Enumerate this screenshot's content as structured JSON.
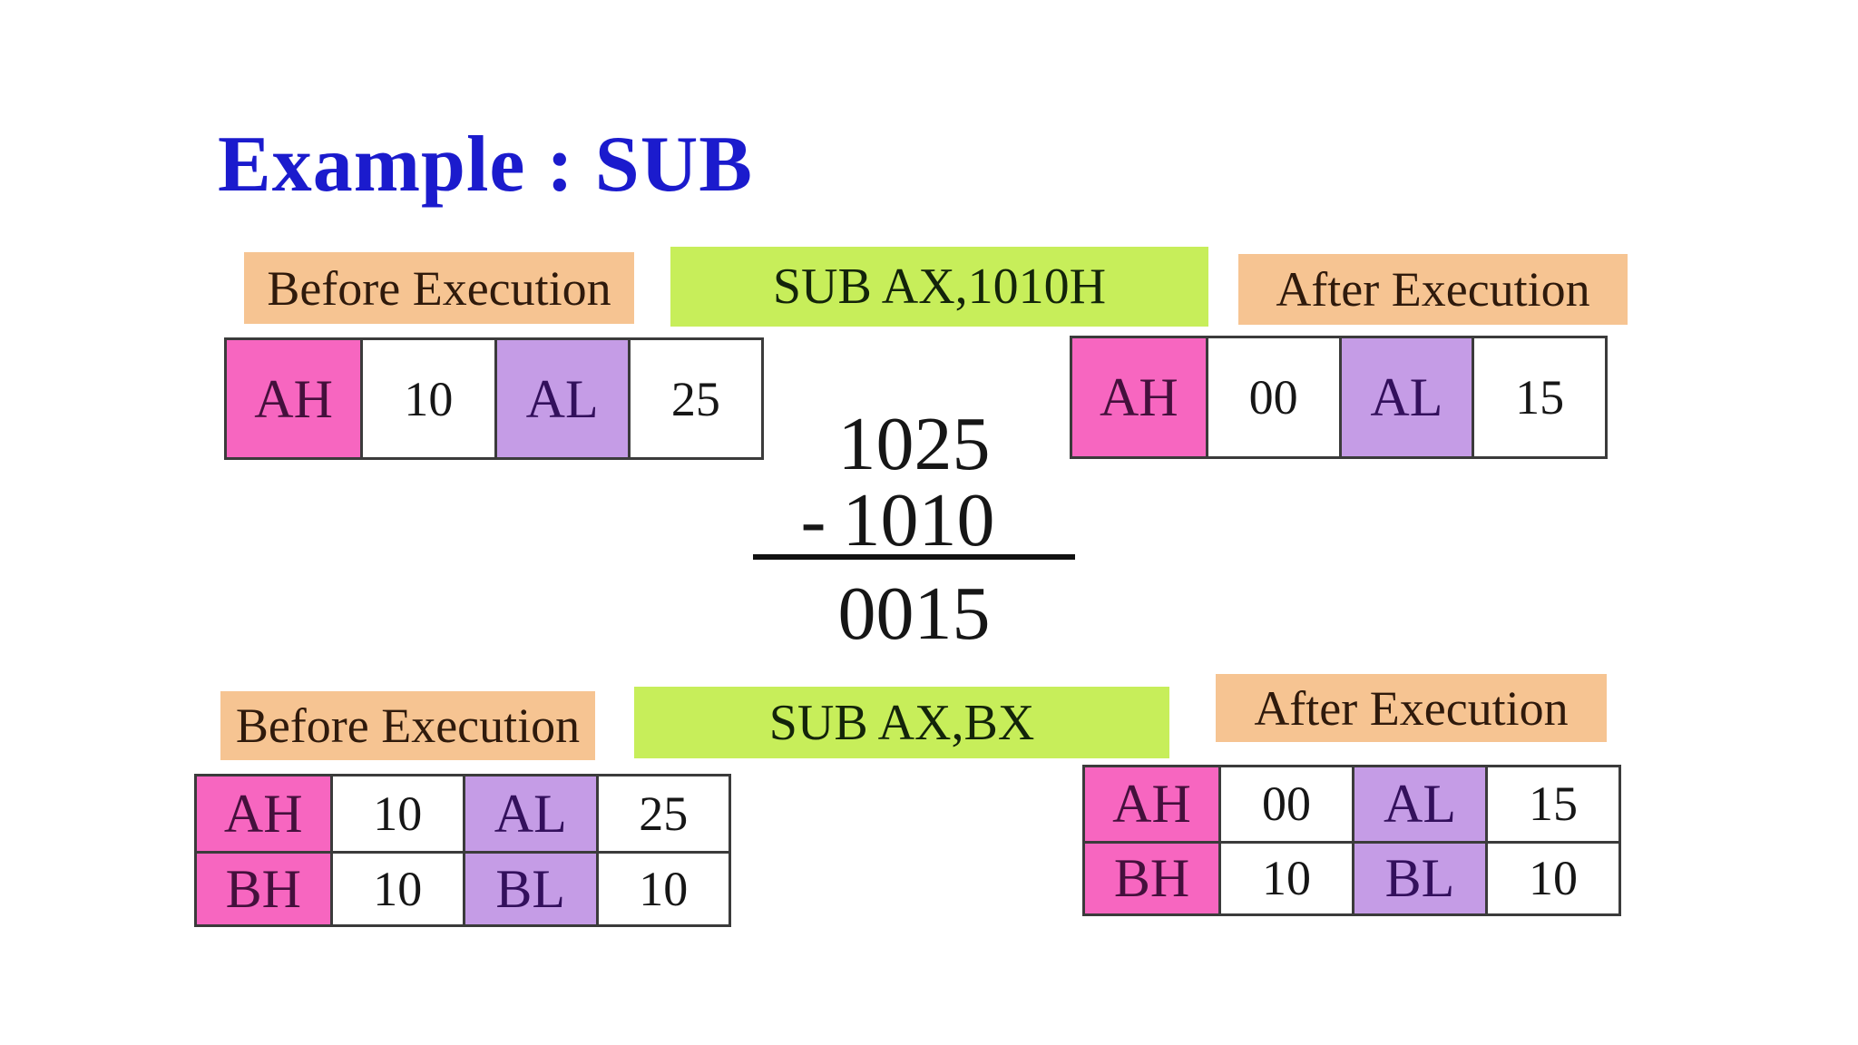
{
  "slide": {
    "title": "Example : SUB"
  },
  "colors": {
    "title_blue": "#1b1bcd",
    "label_peach": "#f6c492",
    "instruction_green": "#c7ee5a",
    "register_pink": "#f766c0",
    "register_purple": "#c59ce6"
  },
  "section1": {
    "before_label": "Before Execution",
    "instruction": "SUB AX,1010H",
    "after_label": "After Execution",
    "before_registers": [
      {
        "name": "AH",
        "value": "10"
      },
      {
        "name": "AL",
        "value": "25"
      }
    ],
    "after_registers": [
      {
        "name": "AH",
        "value": "00"
      },
      {
        "name": "AL",
        "value": "15"
      }
    ]
  },
  "arithmetic": {
    "minuend": "1025",
    "operator": "-",
    "subtrahend": "1010",
    "result": "0015"
  },
  "section2": {
    "before_label": "Before Execution",
    "instruction": "SUB AX,BX",
    "after_label": "After Execution",
    "before_registers": [
      {
        "name": "AH",
        "value": "10"
      },
      {
        "name": "AL",
        "value": "25"
      },
      {
        "name": "BH",
        "value": "10"
      },
      {
        "name": "BL",
        "value": "10"
      }
    ],
    "after_registers": [
      {
        "name": "AH",
        "value": "00"
      },
      {
        "name": "AL",
        "value": "15"
      },
      {
        "name": "BH",
        "value": "10"
      },
      {
        "name": "BL",
        "value": "10"
      }
    ]
  }
}
